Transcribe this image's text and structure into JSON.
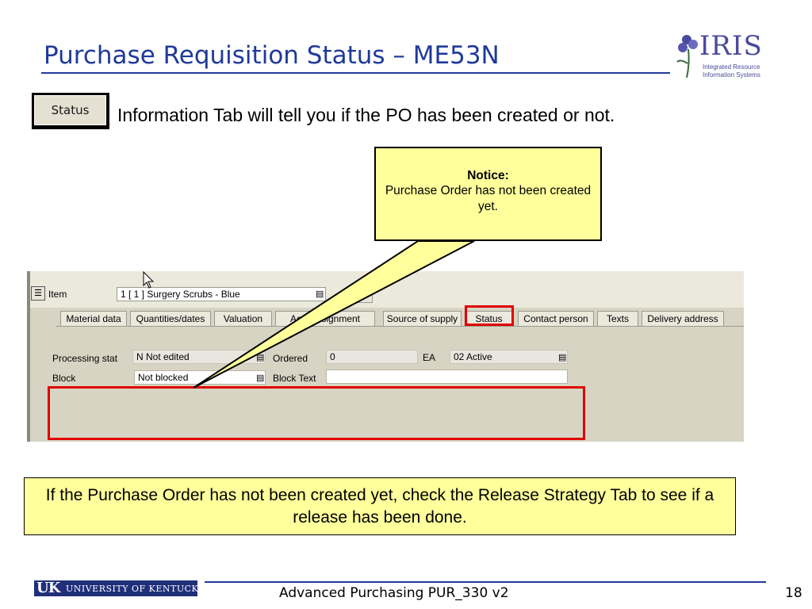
{
  "slide": {
    "title": "Purchase Requisition Status – ME53N",
    "status_button_label": "Status",
    "intro_text": "Information Tab will tell you if the PO has been created or not.",
    "notice_title": "Notice:",
    "notice_body": "Purchase Order has not been created yet.",
    "bottom_note": "If the Purchase Order has not been created yet, check the Release Strategy Tab to see if a release has been done.",
    "footer_text": "Advanced Purchasing PUR_330 v2",
    "page_number": "18"
  },
  "logos": {
    "iris_word": "IRIS",
    "iris_sub1": "Integrated Resource",
    "iris_sub2": "Information Systems",
    "uk_initials": "UK",
    "uk_name": "UNIVERSITY OF KENTUCKY"
  },
  "sap": {
    "item_label": "Item",
    "item_value": "1 [ 1 ] Surgery Scrubs - Blue",
    "tabs": [
      {
        "label": "Material data"
      },
      {
        "label": "Quantities/dates"
      },
      {
        "label": "Valuation"
      },
      {
        "label": "Acct assignment"
      },
      {
        "label": "Source of supply"
      },
      {
        "label": "Status"
      },
      {
        "label": "Contact person"
      },
      {
        "label": "Texts"
      },
      {
        "label": "Delivery address"
      }
    ],
    "fields": {
      "processing_status_label": "Processing stat",
      "processing_status_value": "N Not edited",
      "ordered_label": "Ordered",
      "ordered_value": "0",
      "unit": "EA",
      "status_value": "02 Active",
      "block_label": "Block",
      "block_value": "Not blocked",
      "block_text_label": "Block Text"
    }
  },
  "colors": {
    "title_blue": "#1f3a9a",
    "callout_yellow": "#ffff9c",
    "highlight_red": "#e00000"
  }
}
